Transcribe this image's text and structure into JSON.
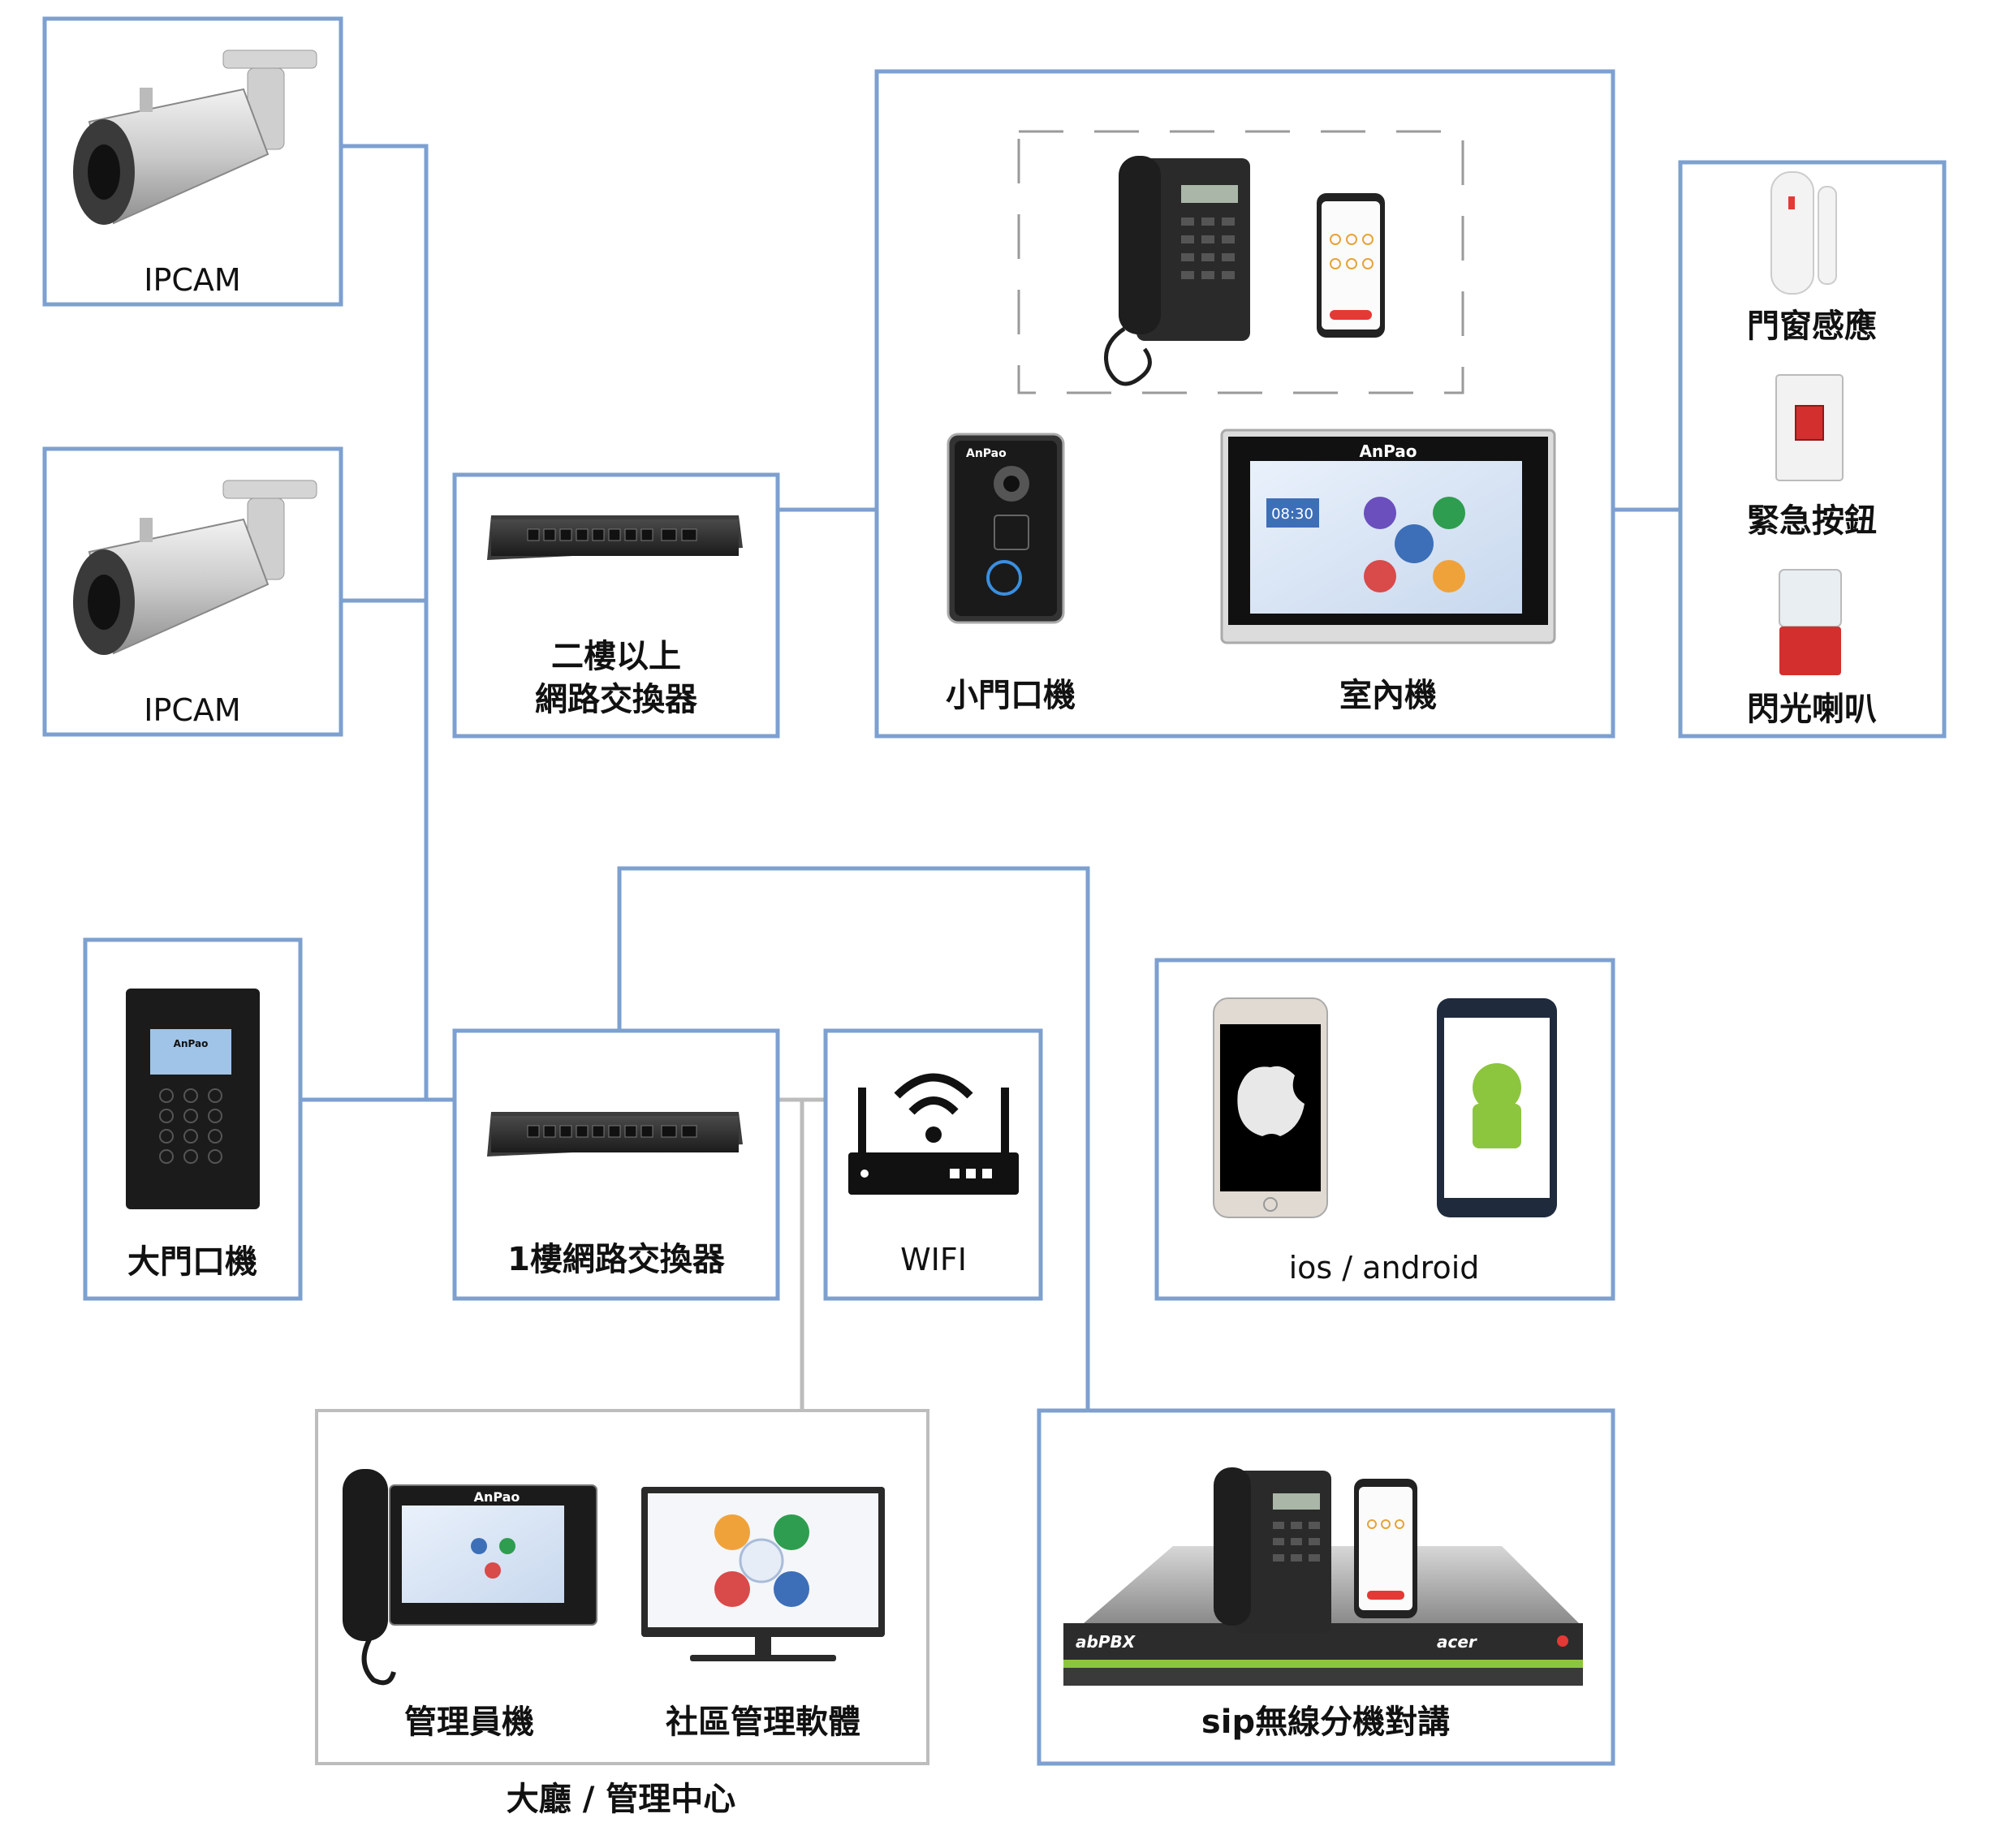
{
  "nodes": {
    "ipcam1": {
      "label": "IPCAM"
    },
    "ipcam2": {
      "label": "IPCAM"
    },
    "switch_upper": {
      "label_line1": "二樓以上",
      "label_line2": "網路交換器"
    },
    "small_door": {
      "label": "小門口機",
      "brand": "AnPao"
    },
    "indoor": {
      "label": "室內機",
      "brand": "AnPao",
      "time": "08:30"
    },
    "door_sensor": {
      "label": "門窗感應"
    },
    "emergency_button": {
      "label": "緊急按鈕"
    },
    "strobe_siren": {
      "label": "閃光喇叭"
    },
    "main_door": {
      "label": "大門口機",
      "brand": "AnPao"
    },
    "switch_1f": {
      "label": "1樓網路交換器"
    },
    "wifi": {
      "label": "WIFI"
    },
    "mobile": {
      "label": "ios / android"
    },
    "admin_station": {
      "label": "管理員機",
      "brand": "AnPao"
    },
    "community_software": {
      "label": "社區管理軟體"
    },
    "sip": {
      "label": "sip無線分機對講",
      "brand_left": "abPBX",
      "brand_right": "acer"
    }
  },
  "group": {
    "lobby_label": "大廳 / 管理中心"
  },
  "colors": {
    "line": "#7da0cf",
    "line_secondary": "#bcbcbc"
  }
}
